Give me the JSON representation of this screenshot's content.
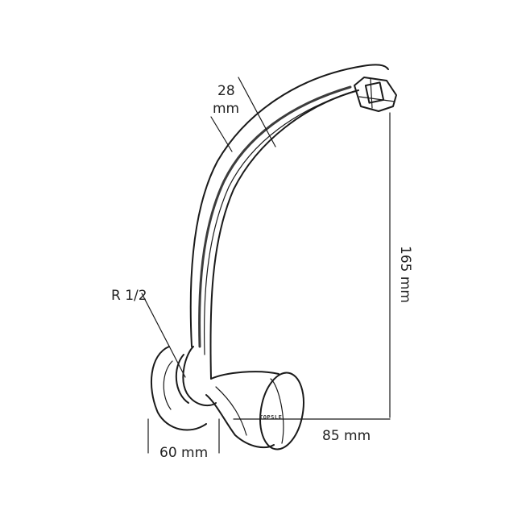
{
  "diagram": {
    "dimensions": {
      "pipe_diameter_value": "28",
      "pipe_diameter_unit": "mm",
      "thread": "R 1/2",
      "height": "165 mm",
      "reach": "85 mm",
      "base_width": "60 mm"
    },
    "brand_mark": "TOPSLE",
    "colors": {
      "ink": "#1a1a1a",
      "background": "#ffffff"
    }
  }
}
